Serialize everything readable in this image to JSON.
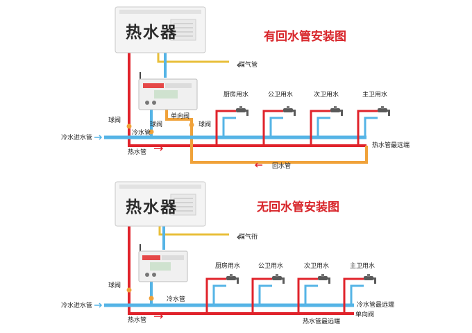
{
  "diagram_top": {
    "title": "有回水管安装图",
    "heater_label": "热水器",
    "labels": {
      "gas_pipe": "煤气管",
      "ball_valve_1": "球阀",
      "ball_valve_2": "球阀",
      "ball_valve_3": "球阀",
      "check_valve": "单向阀",
      "cold_inlet": "冷水进水管",
      "cold_pipe": "冷水管",
      "hot_pipe": "热水管",
      "return_pipe": "回水管",
      "farthest_hot": "热水管最远端",
      "kitchen": "厨房用水",
      "public_bath": "公卫用水",
      "second_bath": "次卫用水",
      "master_bath": "主卫用水"
    }
  },
  "diagram_bottom": {
    "title": "无回水管安装图",
    "heater_label": "热水器",
    "labels": {
      "gas_pipe": "煤气衎",
      "ball_valve": "球阀",
      "cold_inlet": "冷水进水管",
      "cold_pipe": "冷水管",
      "hot_pipe": "热水管",
      "farthest_cold": "冷水管最远端",
      "farthest_hot": "热水管最远端",
      "check_valve": "单向阀",
      "kitchen": "厨房用水",
      "public_bath": "公卫用水",
      "second_bath": "次卫用水",
      "master_bath": "主卫用水"
    }
  },
  "colors": {
    "hot": "#e0232b",
    "cold": "#55b4e6",
    "return": "#f0a23a",
    "gas": "#e8bf3a",
    "title": "#d8262b"
  },
  "icons": [
    "water-heater-icon",
    "controller-icon",
    "faucet-icon",
    "valve-icon",
    "arrow-icon"
  ]
}
